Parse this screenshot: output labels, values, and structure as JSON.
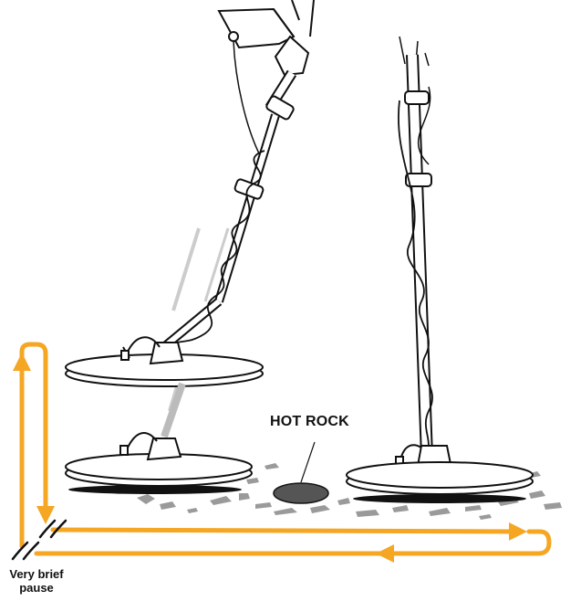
{
  "labels": {
    "hot_rock": "HOT ROCK",
    "pause_line1": "Very brief",
    "pause_line2": "pause"
  },
  "colors": {
    "arrow": "#F5A623",
    "outline": "#111111",
    "rock": "#555555",
    "soil": "#9a9a9a"
  },
  "icons": {
    "detector": "metal-detector-icon",
    "rock": "rock-icon",
    "pause": "wavy-break-icon"
  }
}
